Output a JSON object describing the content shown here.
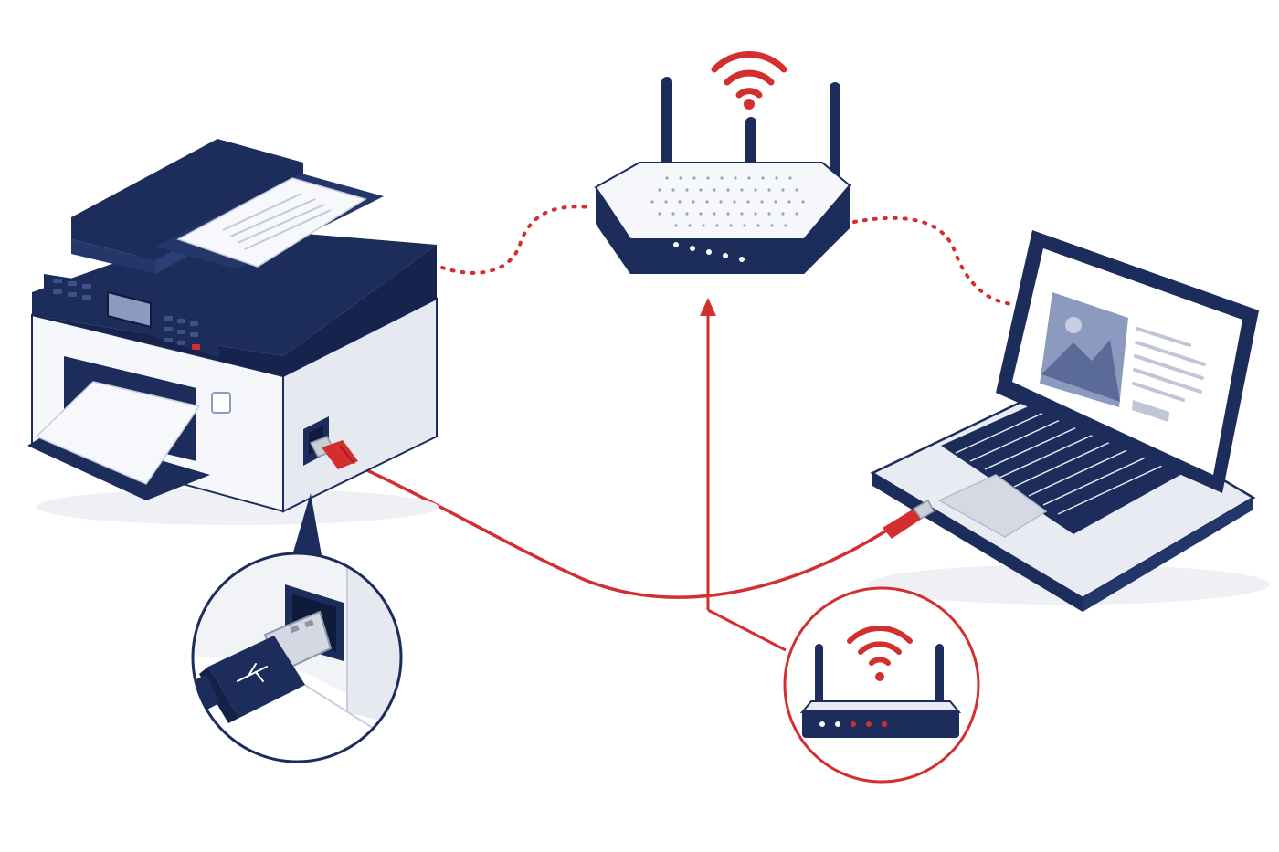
{
  "diagram": {
    "kind": "printer-connection-illustration",
    "nodes": [
      {
        "id": "printer",
        "icon": "multifunction-printer-icon"
      },
      {
        "id": "router",
        "icon": "wifi-router-icon"
      },
      {
        "id": "laptop",
        "icon": "laptop-icon"
      },
      {
        "id": "usb-callout",
        "icon": "usb-plug-icon"
      },
      {
        "id": "router-callout",
        "icon": "wifi-router-icon"
      }
    ],
    "links": [
      {
        "from": "printer",
        "to": "router",
        "style": "dotted",
        "meaning": "wireless"
      },
      {
        "from": "router",
        "to": "laptop",
        "style": "dotted",
        "meaning": "wireless"
      },
      {
        "from": "printer",
        "to": "laptop",
        "style": "solid",
        "meaning": "usb-cable"
      }
    ],
    "colors": {
      "navy": "#1c2d5c",
      "red": "#d32f2f",
      "light_gray": "#e8ebf2",
      "white": "#ffffff",
      "panel_blue": "#8d9ac0"
    }
  }
}
